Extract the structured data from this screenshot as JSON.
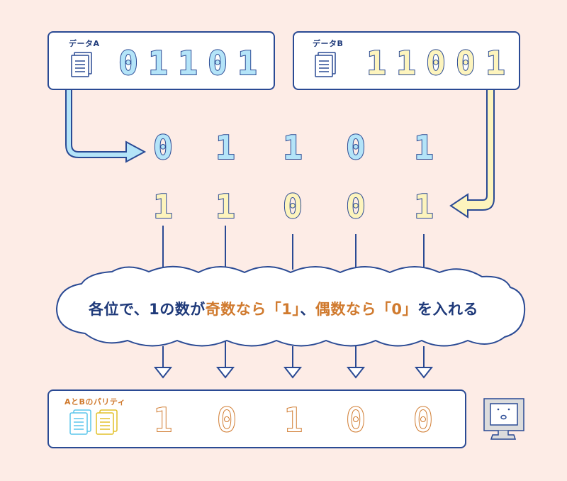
{
  "data_a": {
    "label": "データA",
    "bits": [
      "0",
      "1",
      "1",
      "0",
      "1"
    ],
    "color": "#b4e4f8"
  },
  "data_b": {
    "label": "データB",
    "bits": [
      "1",
      "1",
      "0",
      "0",
      "1"
    ],
    "color": "#fdf4bd"
  },
  "rule": {
    "part1": "各位で、1の数が",
    "part2": "奇数なら「1」",
    "part3": "、",
    "part4": "偶数なら「0」",
    "part5": "を入れる"
  },
  "parity": {
    "label": "AとBのパリティ",
    "bits": [
      "1",
      "0",
      "1",
      "0",
      "0"
    ],
    "color": "#d07a2e"
  },
  "colors": {
    "background": "#fdece6",
    "outline": "#2a4a94",
    "accent": "#d07a2e"
  }
}
